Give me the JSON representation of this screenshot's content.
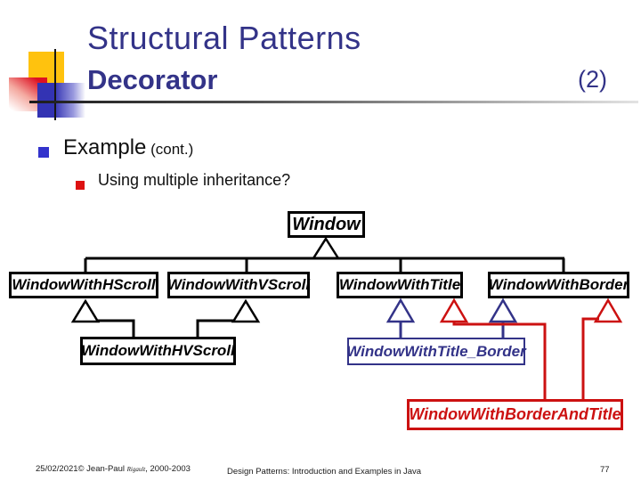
{
  "header": {
    "title": "Structural Patterns",
    "subtitle": "Decorator",
    "counter": "(2)"
  },
  "bullets": {
    "level1": "Example",
    "level1_suffix": " (cont.)",
    "level2": "Using multiple inheritance?"
  },
  "diagram": {
    "root": "Window",
    "subclasses": [
      "WindowWithHScroll",
      "WindowWithVScroll",
      "WindowWithTitle",
      "WindowWithBorder"
    ],
    "hvscroll": "WindowWithHVScroll",
    "title_border": "WindowWithTitle_Border",
    "border_and_title": "WindowWithBorderAndTitle"
  },
  "footer": {
    "date_copyright": "25/02/2021© Jean-Paul ",
    "author_name": "Rigault",
    "years": ", 2000-2003",
    "center": "Design Patterns: Introduction and Examples in Java",
    "page_number": "77"
  },
  "colors": {
    "navy": "#333388",
    "red": "#cc1111",
    "black": "#000000",
    "logo_yellow": "#ffc20e",
    "logo_blue": "#3333b3",
    "bullet_blue": "#3333cc",
    "bullet_red": "#dd1111"
  }
}
